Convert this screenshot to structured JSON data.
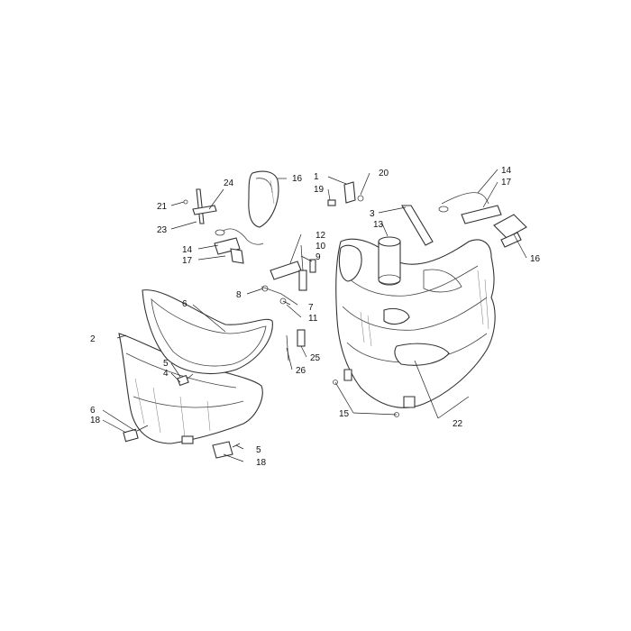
{
  "callouts": [
    {
      "id": "c-2",
      "text": "2"
    },
    {
      "id": "c-6a",
      "text": "6"
    },
    {
      "id": "c-5a",
      "text": "5"
    },
    {
      "id": "c-4",
      "text": "4"
    },
    {
      "id": "c-6b",
      "text": "6"
    },
    {
      "id": "c-18a",
      "text": "18"
    },
    {
      "id": "c-5b",
      "text": "5"
    },
    {
      "id": "c-18b",
      "text": "18"
    },
    {
      "id": "c-21",
      "text": "21"
    },
    {
      "id": "c-23",
      "text": "23"
    },
    {
      "id": "c-24",
      "text": "24"
    },
    {
      "id": "c-16a",
      "text": "16"
    },
    {
      "id": "c-14a",
      "text": "14"
    },
    {
      "id": "c-17a",
      "text": "17"
    },
    {
      "id": "c-12",
      "text": "12"
    },
    {
      "id": "c-10",
      "text": "10"
    },
    {
      "id": "c-9",
      "text": "9"
    },
    {
      "id": "c-8",
      "text": "8"
    },
    {
      "id": "c-7",
      "text": "7"
    },
    {
      "id": "c-11",
      "text": "11"
    },
    {
      "id": "c-25",
      "text": "25"
    },
    {
      "id": "c-26",
      "text": "26"
    },
    {
      "id": "c-1",
      "text": "1"
    },
    {
      "id": "c-19",
      "text": "19"
    },
    {
      "id": "c-20",
      "text": "20"
    },
    {
      "id": "c-3",
      "text": "3"
    },
    {
      "id": "c-13",
      "text": "13"
    },
    {
      "id": "c-14b",
      "text": "14"
    },
    {
      "id": "c-17b",
      "text": "17"
    },
    {
      "id": "c-16b",
      "text": "16"
    },
    {
      "id": "c-15",
      "text": "15"
    },
    {
      "id": "c-22",
      "text": "22"
    }
  ]
}
